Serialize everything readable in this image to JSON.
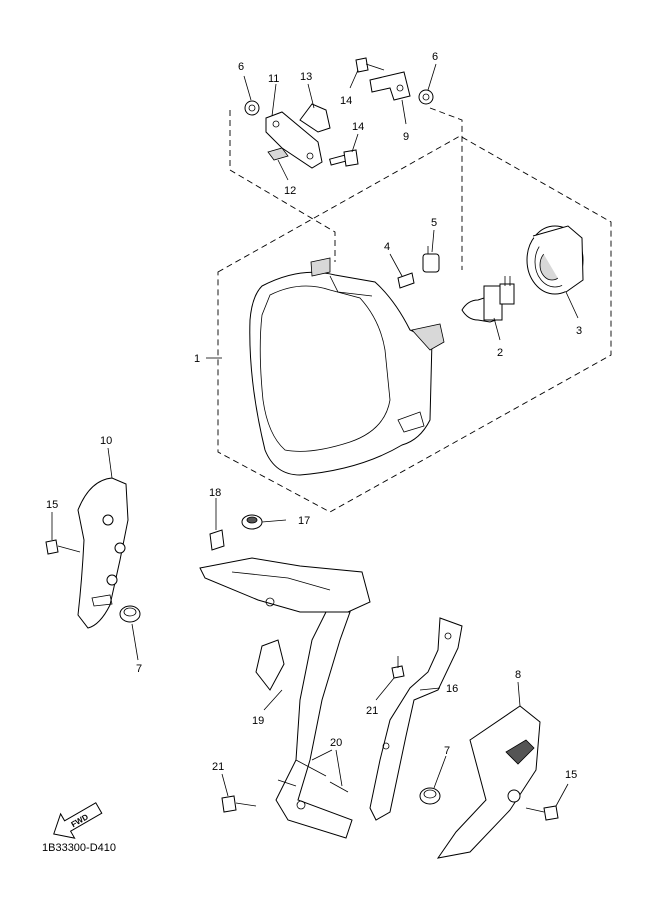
{
  "diagram_code": "1B33300-D410",
  "fwd_label": "FWD",
  "callouts": {
    "p1": "1",
    "p2": "2",
    "p3": "3",
    "p4": "4",
    "p5": "5",
    "p6a": "6",
    "p6b": "6",
    "p7a": "7",
    "p7b": "7",
    "p8": "8",
    "p9": "9",
    "p10": "10",
    "p11": "11",
    "p12": "12",
    "p13": "13",
    "p14a": "14",
    "p14b": "14",
    "p15a": "15",
    "p15b": "15",
    "p16": "16",
    "p17": "17",
    "p18": "18",
    "p19": "19",
    "p20": "20",
    "p21a": "21",
    "p21b": "21"
  }
}
